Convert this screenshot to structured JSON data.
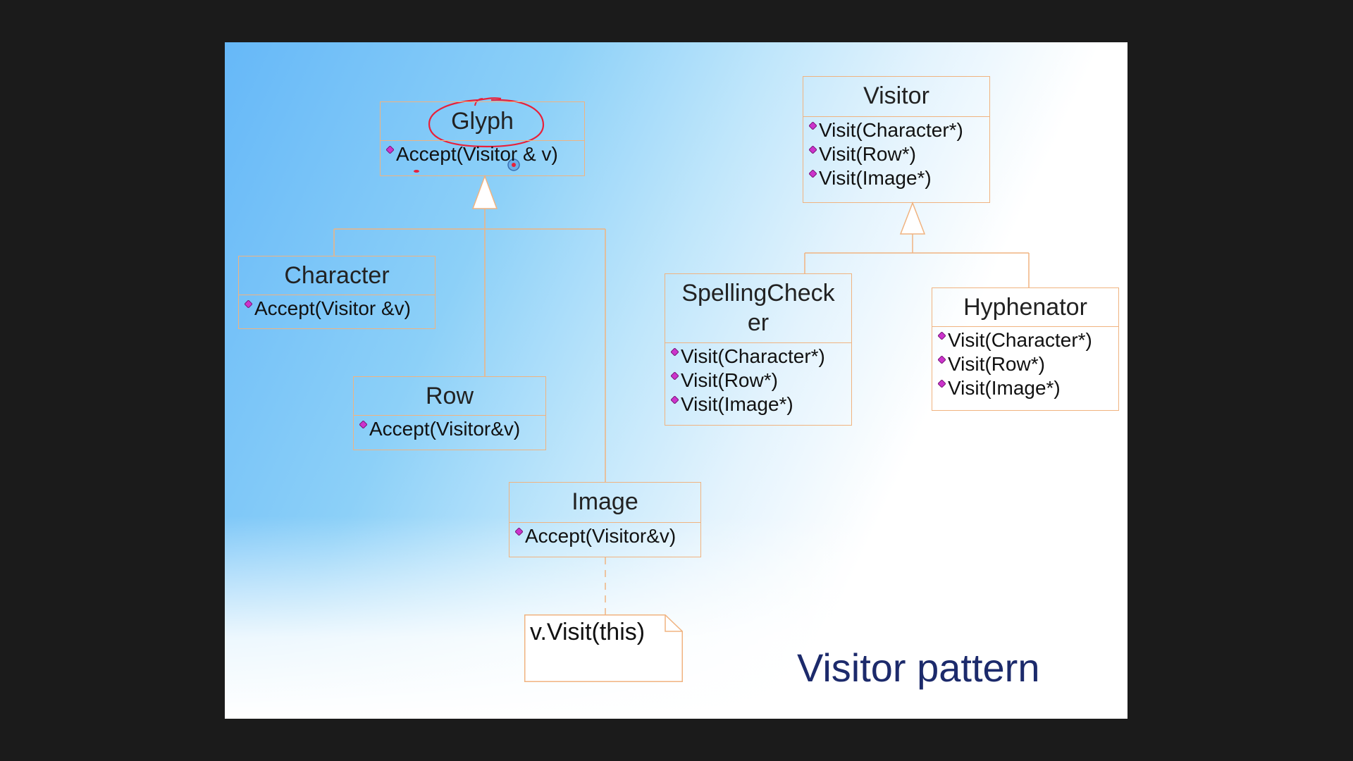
{
  "slide": {
    "title": "Visitor pattern"
  },
  "classes": {
    "glyph": {
      "name": "Glyph",
      "ops": [
        "Accept(Visitor & v)"
      ]
    },
    "character": {
      "name": "Character",
      "ops": [
        "Accept(Visitor &v)"
      ]
    },
    "row": {
      "name": "Row",
      "ops": [
        "Accept(Visitor&v)"
      ]
    },
    "image": {
      "name": "Image",
      "ops": [
        "Accept(Visitor&v)"
      ]
    },
    "visitor": {
      "name": "Visitor",
      "ops": [
        "Visit(Character*)",
        "Visit(Row*)",
        "Visit(Image*)"
      ]
    },
    "spelling_checker": {
      "name": "SpellingCheck\ner",
      "ops": [
        "Visit(Character*)",
        "Visit(Row*)",
        "Visit(Image*)"
      ]
    },
    "hyphenator": {
      "name": "Hyphenator",
      "ops": [
        "Visit(Character*)",
        "Visit(Row*)",
        "Visit(Image*)"
      ]
    }
  },
  "note": {
    "text": "v.Visit(this)"
  },
  "colors": {
    "box_border": "#f0b380",
    "operation_icon": "#cc33cc",
    "annotation_red": "#e8213a",
    "title": "#1c2a6b"
  },
  "icons": {
    "operation": "public-operation-icon",
    "generalization": "hollow-triangle-arrow-icon"
  }
}
